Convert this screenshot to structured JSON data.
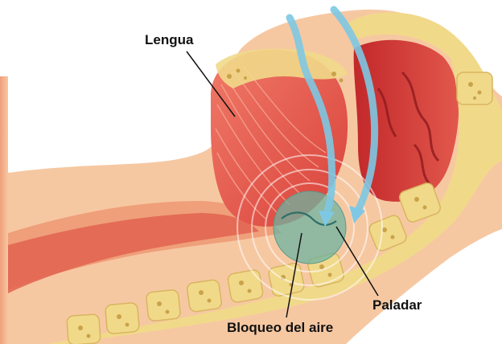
{
  "labels": {
    "tongue": "Lengua",
    "palate": "Paladar",
    "airway_block": "Bloqueo del aire"
  },
  "colors": {
    "tissue_light": "#f6c8a2",
    "tissue_mid": "#ef9f7a",
    "muscle_red": "#d9413a",
    "muscle_dark": "#a81f22",
    "bone_yellow": "#f1d98a",
    "bone_spot": "#c9a24a",
    "airflow_blue": "#7ec8e3",
    "obstruction_teal": "#6fb3a0",
    "leader_line": "#111111"
  },
  "icons": {
    "airflow": "airflow-arrow-icon"
  }
}
